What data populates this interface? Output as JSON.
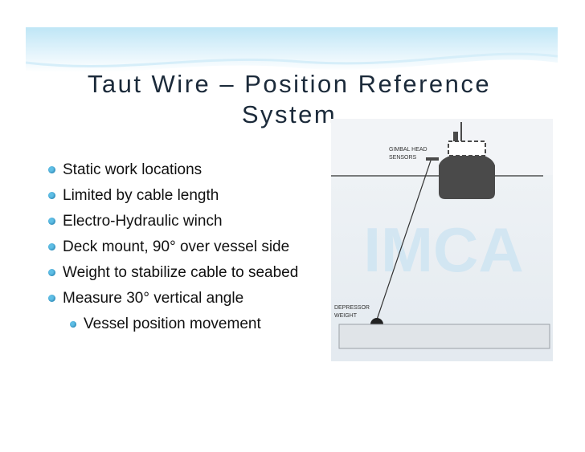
{
  "slide": {
    "title": "Taut Wire – Position Reference System",
    "accent_color": "#5fbfe6",
    "bullets": [
      {
        "text": "Static work locations",
        "level": 1
      },
      {
        "text": "Limited by cable length",
        "level": 1
      },
      {
        "text": "Electro-Hydraulic winch",
        "level": 1
      },
      {
        "text": "Deck mount, 90° over vessel side",
        "level": 1
      },
      {
        "text": "Weight to stabilize cable to seabed",
        "level": 1
      },
      {
        "text": "Measure 30° vertical angle",
        "level": 1
      },
      {
        "text": "Vessel position movement",
        "level": 2
      }
    ]
  },
  "figure": {
    "gimbal_label_1": "GIMBAL HEAD",
    "gimbal_label_2": "SENSORS",
    "depressor_label_1": "DEPRESSOR",
    "depressor_label_2": "WEIGHT",
    "watermark_text": "IMCA"
  }
}
